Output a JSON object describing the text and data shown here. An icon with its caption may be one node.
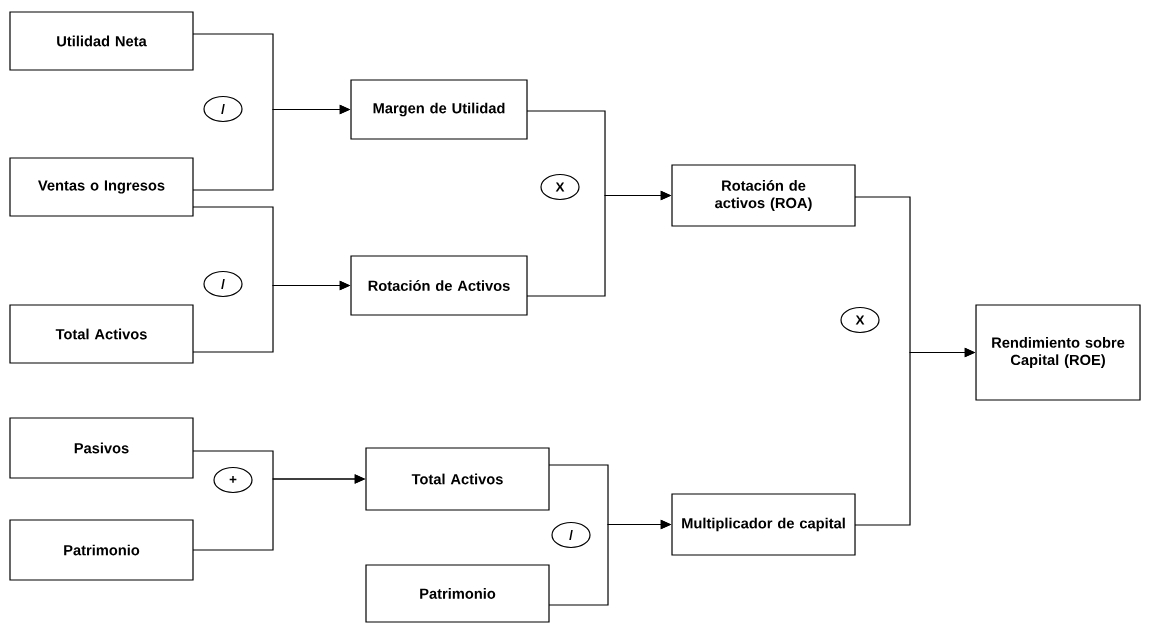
{
  "diagram": {
    "nodes": [
      {
        "text": [
          "Utilidad Neta"
        ]
      },
      {
        "text": [
          "Ventas o Ingresos"
        ]
      },
      {
        "text": [
          "Total Activos"
        ]
      },
      {
        "text": [
          "Pasivos"
        ]
      },
      {
        "text": [
          "Patrimonio"
        ]
      },
      {
        "text": [
          "Margen de Utilidad"
        ]
      },
      {
        "text": [
          "Rotación de Activos"
        ]
      },
      {
        "text": [
          "Total Activos"
        ]
      },
      {
        "text": [
          "Patrimonio"
        ]
      },
      {
        "text": [
          "Rotación de activos (ROA)"
        ]
      },
      {
        "text": [
          "Multiplicador de capital"
        ]
      },
      {
        "text": [
          "Rendimiento sobre Capital (ROE)"
        ]
      },
      {
        "text": [
          "/"
        ]
      },
      {
        "text": [
          "/"
        ]
      },
      {
        "text": [
          "X"
        ]
      },
      {
        "text": [
          "X"
        ]
      },
      {
        "text": [
          "+"
        ]
      },
      {
        "text": [
          "/"
        ]
      }
    ],
    "edges": [
      {
        "from": 0,
        "to": 5,
        "arrow": "to"
      },
      {
        "from": 1,
        "to": 5,
        "arrow": "to"
      },
      {
        "from": 1,
        "to": 6,
        "arrow": "to"
      },
      {
        "from": 2,
        "to": 6,
        "arrow": "to"
      },
      {
        "from": 5,
        "to": 9,
        "arrow": "to"
      },
      {
        "from": 6,
        "to": 9,
        "arrow": "to"
      },
      {
        "from": 3,
        "to": 7,
        "arrow": "to"
      },
      {
        "from": 4,
        "to": 7,
        "arrow": "to"
      },
      {
        "from": 7,
        "to": 10,
        "arrow": "to"
      },
      {
        "from": 8,
        "to": 10,
        "arrow": "to"
      },
      {
        "from": 9,
        "to": 11,
        "arrow": "to"
      },
      {
        "from": 10,
        "to": 11,
        "arrow": "to"
      }
    ]
  }
}
